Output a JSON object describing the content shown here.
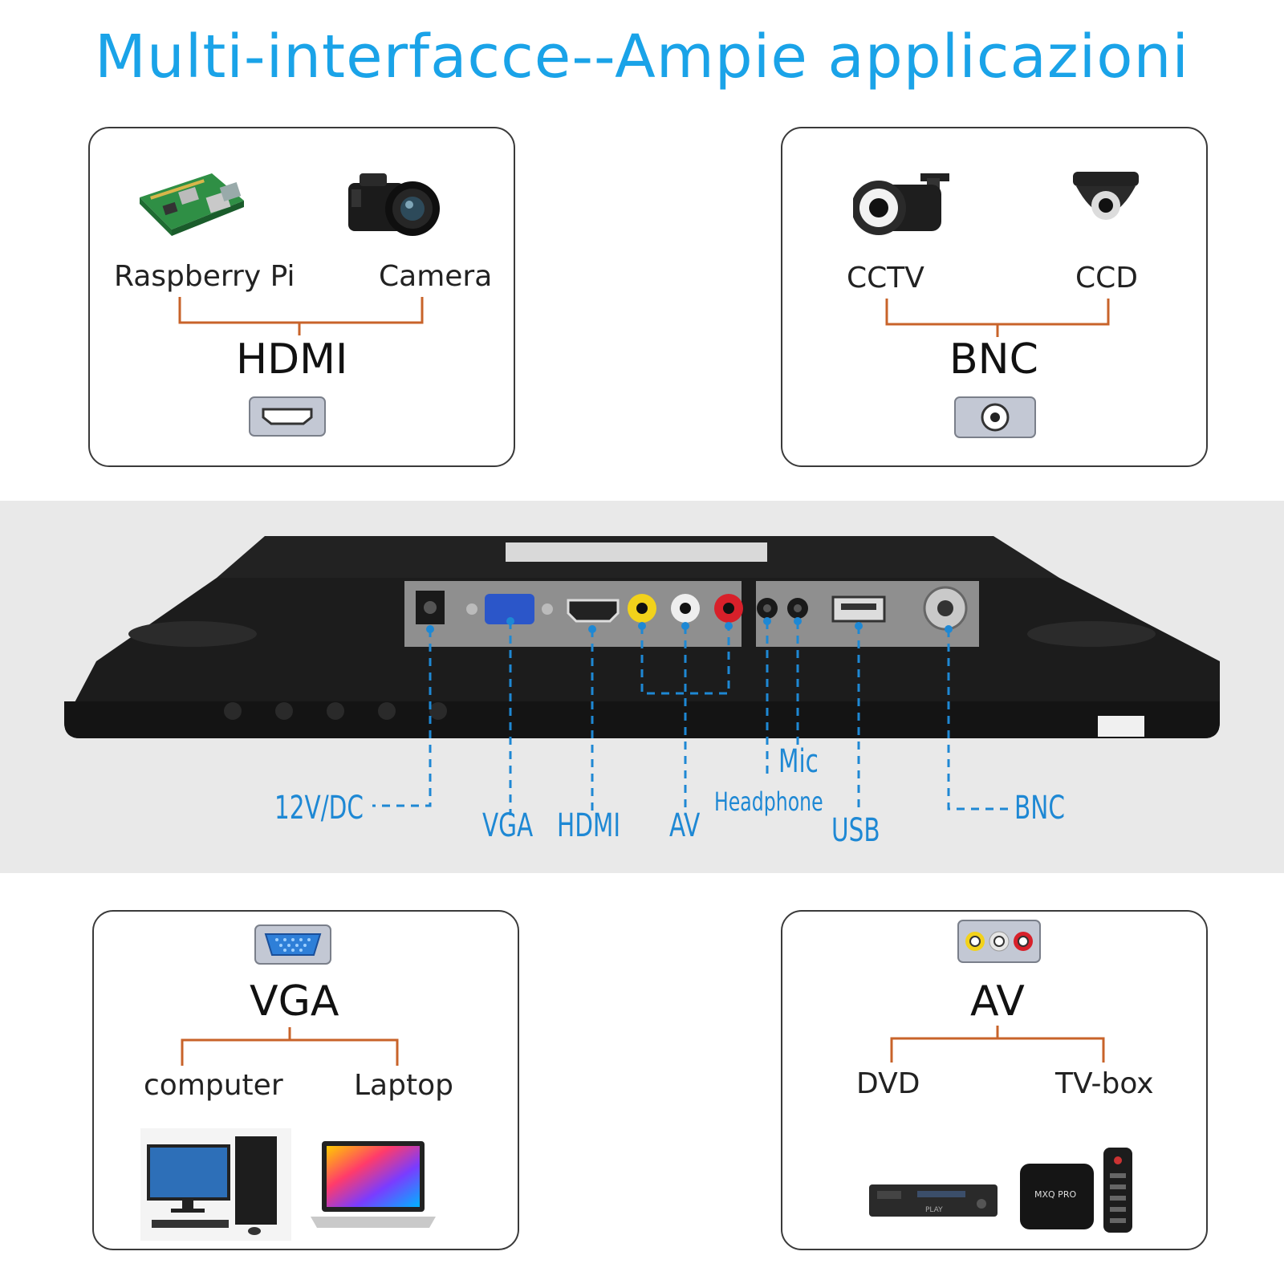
{
  "title": "Multi-interfacce--Ampie applicazioni",
  "colors": {
    "title": "#1aa3e8",
    "port_label": "#1e88d4",
    "connector_line": "#c8632a",
    "card_border": "#3a3a3a"
  },
  "cards": {
    "hdmi": {
      "interface": "HDMI",
      "devices": [
        "Raspberry Pi",
        "Camera"
      ],
      "icons": [
        "raspberry-pi-board",
        "dslr-camera",
        "hdmi-port"
      ]
    },
    "bnc": {
      "interface": "BNC",
      "devices": [
        "CCTV",
        "CCD"
      ],
      "icons": [
        "bullet-cctv-camera",
        "dome-ccd-camera",
        "bnc-port"
      ]
    },
    "vga": {
      "interface": "VGA",
      "devices": [
        "computer",
        "Laptop"
      ],
      "icons": [
        "vga-port",
        "desktop-computer",
        "laptop"
      ]
    },
    "av": {
      "interface": "AV",
      "devices": [
        "DVD",
        "TV-box"
      ],
      "icons": [
        "rca-av-ports",
        "dvd-player",
        "tv-box"
      ]
    }
  },
  "monitor": {
    "ports": {
      "dc": "12V/DC",
      "vga": "VGA",
      "hdmi": "HDMI",
      "av": "AV",
      "headphone": "Headphone",
      "mic": "Mic",
      "usb": "USB",
      "bnc": "BNC"
    },
    "tvbox_brand": "MXQ PRO",
    "dvd_label": "PLAY"
  }
}
